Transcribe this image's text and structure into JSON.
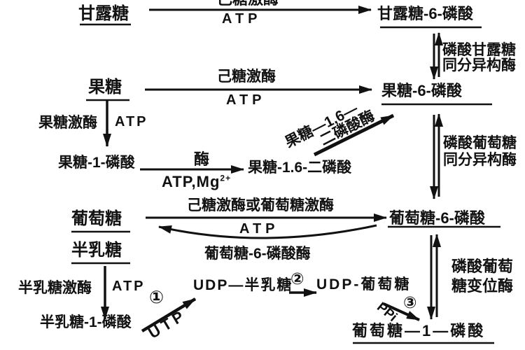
{
  "colors": {
    "background": "#ffffff",
    "ink": "#111111"
  },
  "nodes": {
    "mannose": "甘露糖",
    "mannose6p": "甘露糖-6-磷酸",
    "fructose": "果糖",
    "fructose6p": "果糖-6-磷酸",
    "fructose1p": "果糖-1-磷酸",
    "fructose16bp": "果糖-1.6-二磷酸",
    "glucose": "葡萄糖",
    "galactose": "半乳糖",
    "glucose6p": "葡萄糖-6-磷酸",
    "galactose1p": "半乳糖-1-磷酸",
    "udp_galactose": "UDP—半乳糖",
    "udp_glucose": "UDP-葡萄糖",
    "glucose1p": "葡萄糖—1—磷酸"
  },
  "enzymes": {
    "hexokinase_top": "己糖激酶",
    "hexokinase_mid": "己糖激酶",
    "phosphomannose_isomerase_l1": "磷酸甘露糖",
    "phosphomannose_isomerase_l2": "同分异构酶",
    "fructokinase": "果糖激酶",
    "enzyme_generic": "酶",
    "f16bisphosphatase_l1": "果糖—1,6—",
    "f16bisphosphatase_l2": "二磷酸酶",
    "phosphoglucose_isomerase_l1": "磷酸葡萄糖",
    "phosphoglucose_isomerase_l2": "同分异构酶",
    "hexokinase_or_glucokinase": "己糖激酶或葡萄糖激酶",
    "glucose6phosphatase": "葡萄糖-6-磷酸酶",
    "phosphoglucomutase_l1": "磷酸葡萄",
    "phosphoglucomutase_l2": "糖变位酶",
    "galactokinase": "半乳糖激酶"
  },
  "cofactors": {
    "atp_mannose_row": "ATP",
    "atp_fructose_row": "ATP",
    "atp_fructokinase": "ATP",
    "atp_mg_base": "ATP,Mg",
    "atp_mg_sup": "2+",
    "atp_glucose_row": "ATP",
    "atp_galactokinase": "ATP",
    "utp": "UTP",
    "ppi": "PPi"
  },
  "steps": {
    "step1": "①",
    "step2": "②",
    "step3": "③"
  }
}
